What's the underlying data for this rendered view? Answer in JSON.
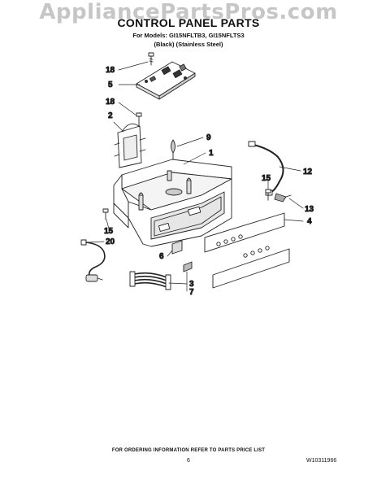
{
  "watermark": "AppliancePartsPros.com",
  "header": {
    "title": "CONTROL PANEL PARTS",
    "models_line": "For Models: GI15NFLTB3, GI15NFLTS3",
    "finishes_line": "(Black)   (Stainless Steel)"
  },
  "callouts": [
    "18",
    "5",
    "18",
    "2",
    "9",
    "1",
    "12",
    "15",
    "13",
    "4",
    "15",
    "20",
    "6",
    "3",
    "7"
  ],
  "footer": {
    "note": "FOR ORDERING INFORMATION REFER TO PARTS PRICE LIST",
    "page_number": "6",
    "document_number": "W10311966"
  }
}
